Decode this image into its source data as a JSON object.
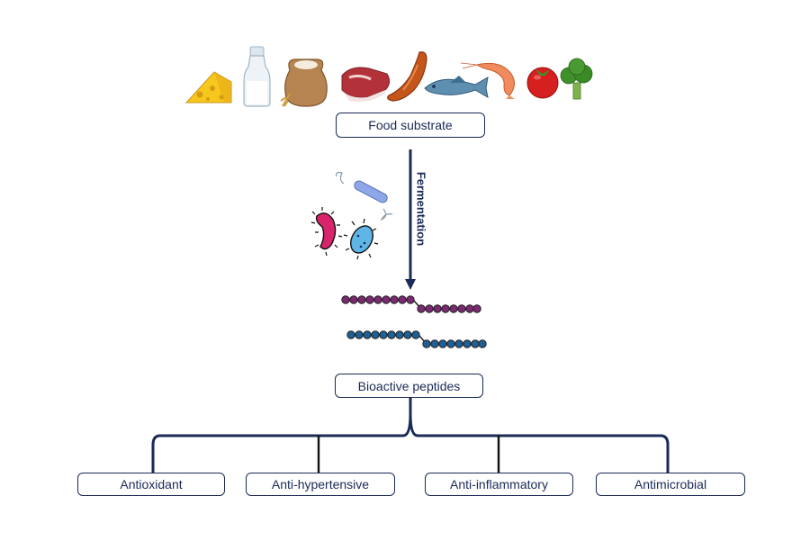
{
  "food_icons": [
    "cheese-icon",
    "milk-bottle-icon",
    "flour-sack-icon",
    "meat-steak-icon",
    "sausage-icon",
    "fish-icon",
    "shrimp-icon",
    "tomato-icon",
    "broccoli-icon"
  ],
  "microbe_icons": [
    "rod-bacterium-icon",
    "red-bacterium-icon",
    "blue-bacterium-icon"
  ],
  "nodes": {
    "food_substrate": "Food substrate",
    "process": "Fermentation",
    "bioactive_peptides": "Bioactive peptides"
  },
  "activities": [
    "Antioxidant",
    "Anti-hypertensive",
    "Anti-inflammatory",
    "Antimicrobial"
  ],
  "colors": {
    "line": "#1b2a56",
    "peptide_purple": "#7b2a72",
    "peptide_blue": "#1f5f93"
  }
}
